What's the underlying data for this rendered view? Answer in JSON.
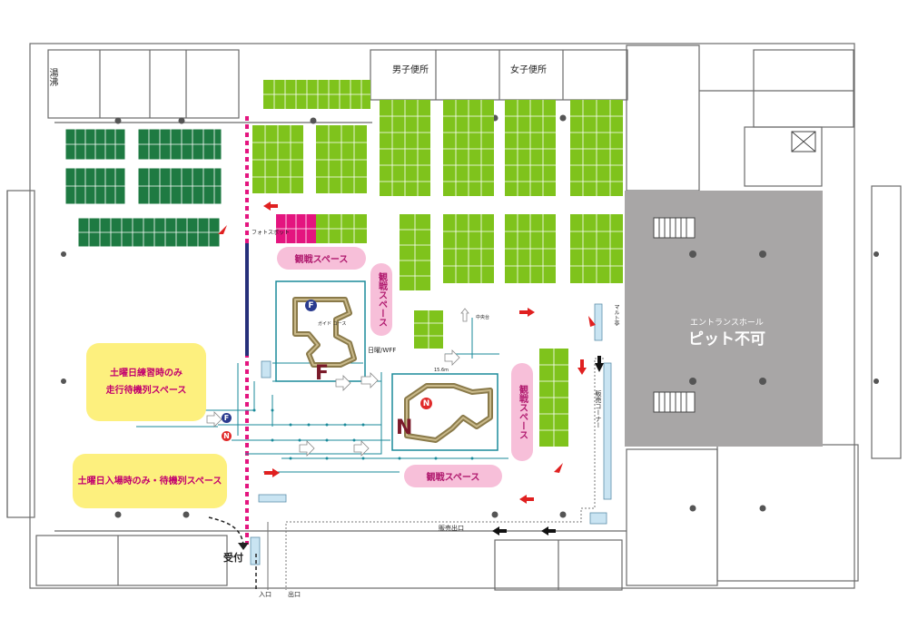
{
  "rooms": {
    "yudokoro": "湯沸",
    "mens_restroom": "男子便所",
    "womens_restroom": "女子便所",
    "entrance_hall": "エントランスホール",
    "no_pit": "ピット不可",
    "reception": "受付"
  },
  "spaces": {
    "viewing_top": "観戦スペース",
    "viewing_left_vertical": "観戦スペース",
    "viewing_right_vertical": "観戦スペース",
    "viewing_bottom": "観戦スペース",
    "sat_practice_line1": "土曜日練習時のみ",
    "sat_practice_line2": "走行待機列スペース",
    "sat_entry_queue": "土曜日入場時のみ・待機列スペース"
  },
  "small_labels": {
    "photo_spot": "フォトスポット",
    "nichiyo_wff": "日曜/WFF",
    "sales_corner": "販売コーナー",
    "sales_exit": "販売出口",
    "entrance": "入口",
    "exit": "出口",
    "maruto": "マルト亭",
    "course_f_label": "ガイド コース",
    "center_stage": "中央台",
    "stand_label": "15.6m"
  },
  "markers": {
    "f": "F",
    "n": "N"
  },
  "colors": {
    "dark_green": "#1e7a42",
    "light_green": "#7fc31c",
    "magenta": "#e4157f",
    "pink_space": "#f7bfd9",
    "yellow_space": "#fdf07e",
    "hall_gray": "#a8a6a6",
    "red_arrow": "#e02020",
    "black_arrow": "#111111",
    "navy_line": "#26307a",
    "teal_barrier": "#1a8a9a",
    "f_marker": "#2a3b8f",
    "n_marker": "#e02a2a"
  },
  "icons": [
    "red-arrow-icon",
    "black-arrow-icon",
    "dashed-walk-arrow-icon",
    "elevator-icon",
    "stairs-icon",
    "column-dot-icon"
  ]
}
